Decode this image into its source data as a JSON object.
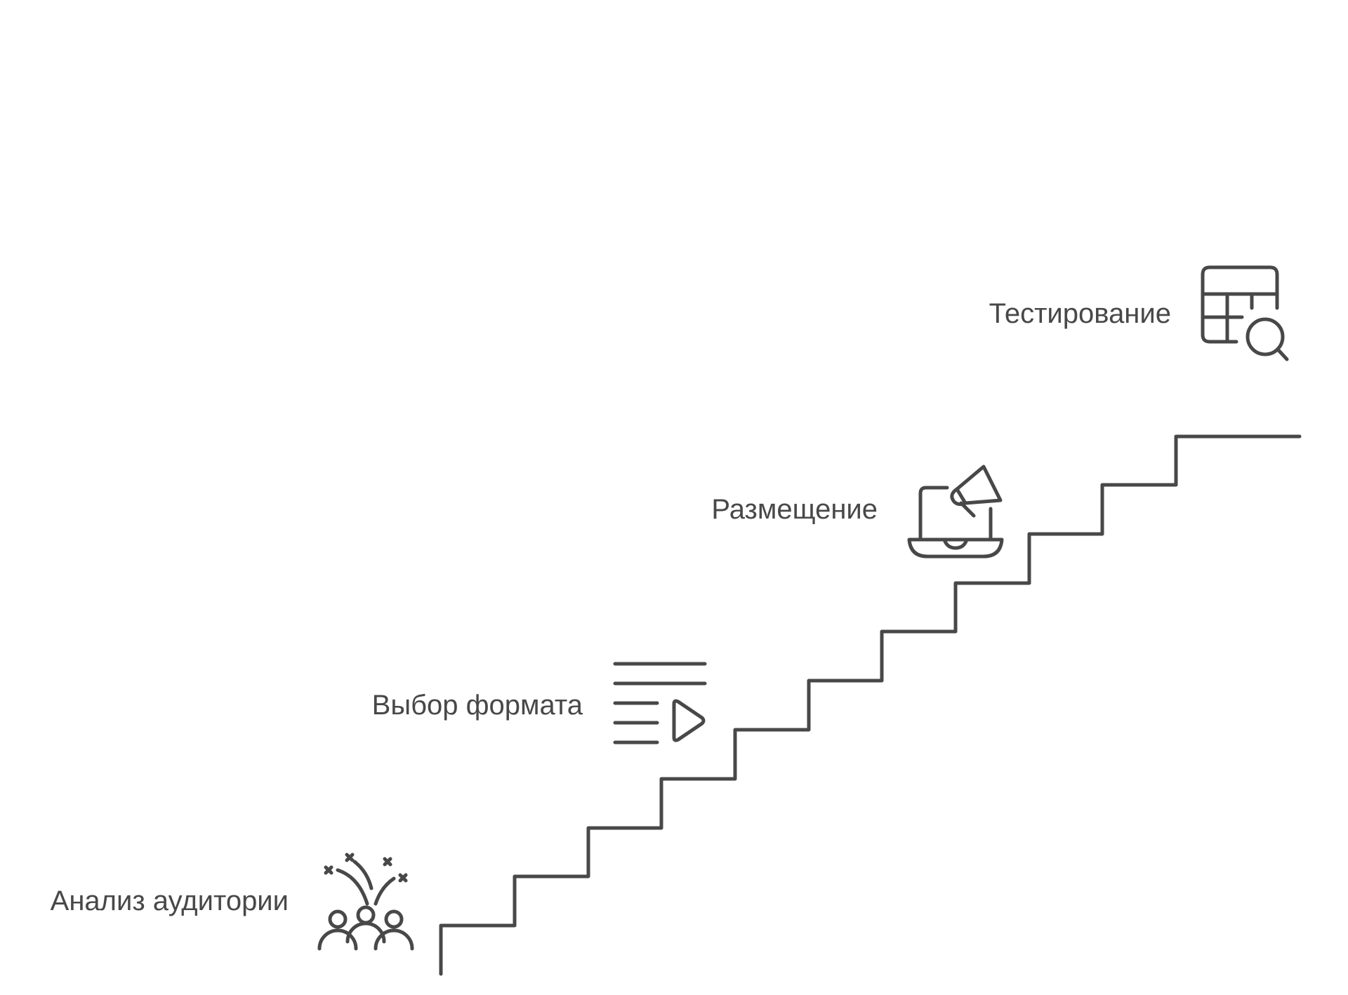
{
  "diagram": {
    "type": "staircase",
    "color": "#484848",
    "steps": [
      {
        "label": "Анализ аудитории",
        "icon": "audience-celebration-icon"
      },
      {
        "label": "Выбор формата",
        "icon": "text-video-format-icon"
      },
      {
        "label": "Размещение",
        "icon": "laptop-megaphone-icon"
      },
      {
        "label": "Тестирование",
        "icon": "table-search-icon"
      }
    ]
  }
}
